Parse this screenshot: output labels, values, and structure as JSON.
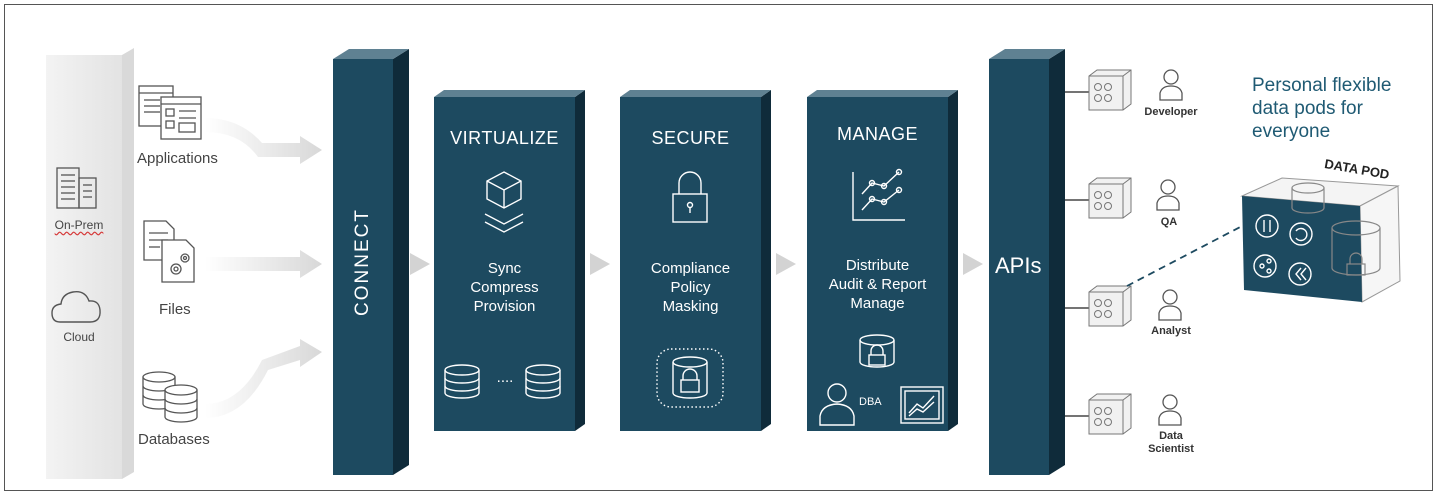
{
  "sources": {
    "locations": [
      {
        "label": "On-Prem",
        "icon": "building-icon"
      },
      {
        "label": "Cloud",
        "icon": "cloud-icon"
      }
    ],
    "items": [
      {
        "label": "Applications",
        "icon": "application-windows-icon"
      },
      {
        "label": "Files",
        "icon": "file-gears-icon"
      },
      {
        "label": "Databases",
        "icon": "database-stack-icon"
      }
    ]
  },
  "connect": {
    "label": "CONNECT"
  },
  "panels": [
    {
      "title": "VIRTUALIZE",
      "lines": [
        "Sync",
        "Compress",
        "Provision"
      ],
      "icon": "cube-layers-icon",
      "footer_ellipsis": "....",
      "footer_icon": "database-icon"
    },
    {
      "title": "SECURE",
      "lines": [
        "Compliance",
        "Policy",
        "Masking"
      ],
      "icon": "padlock-icon",
      "footer_icon": "secured-database-icon"
    },
    {
      "title": "MANAGE",
      "lines": [
        "Distribute",
        "Audit & Report",
        "Manage"
      ],
      "icon": "line-chart-icon",
      "footer_icon": "locked-database-icon",
      "dba_label": "DBA"
    }
  ],
  "apis": {
    "label": "APIs"
  },
  "roles": [
    {
      "lines": [
        "Developer"
      ]
    },
    {
      "lines": [
        "QA"
      ]
    },
    {
      "lines": [
        "Analyst"
      ]
    },
    {
      "lines": [
        "Data",
        "Scientist"
      ]
    }
  ],
  "headline": {
    "lines": [
      "Personal flexible",
      "data pods for",
      "everyone"
    ]
  },
  "data_pod": {
    "label": "DATA POD"
  },
  "colors": {
    "panel": "#1d4a60",
    "panel_side": "#0f2b3a",
    "panel_top": "#5f8192",
    "arrow": "#d3d3d3",
    "headline": "#1f5a73",
    "source_bar": "#ededed",
    "icon_stroke": "#555555"
  }
}
